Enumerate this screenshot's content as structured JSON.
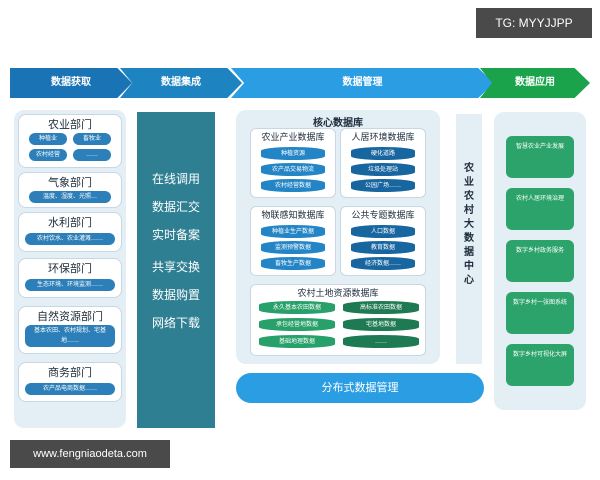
{
  "badge": "TG: MYYJJPP",
  "stages": [
    "数据获取",
    "数据集成",
    "数据管理",
    "数据应用"
  ],
  "sources": [
    {
      "title": "农业部门",
      "items": [
        "种植业",
        "畜牧业",
        "农村经营",
        "……"
      ]
    },
    {
      "title": "气象部门",
      "items": [
        "温度、湿度、光照…"
      ]
    },
    {
      "title": "水利部门",
      "items": [
        "农村饮水、农业灌溉……"
      ]
    },
    {
      "title": "环保部门",
      "items": [
        "生态环境、环境监测……"
      ]
    },
    {
      "title": "自然资源部门",
      "items": [
        "基本农田、农村规划、宅基地……"
      ]
    },
    {
      "title": "商务部门",
      "items": [
        "农产品电商数据……"
      ]
    }
  ],
  "integration": [
    "在线调用",
    "数据汇交",
    "实时备案",
    "共享交换",
    "数据购置",
    "网络下载"
  ],
  "core": {
    "title": "核心数据库",
    "dbs": [
      {
        "title": "农业产业数据库",
        "items": [
          "种植资源",
          "农产品交易物流",
          "农村经营数据"
        ]
      },
      {
        "title": "人居环境数据库",
        "items": [
          "硬化道路",
          "垃圾处理站",
          "公园广场……"
        ]
      },
      {
        "title": "物联感知数据库",
        "items": [
          "种植业生产数据",
          "监测预警数据",
          "畜牧生产数据"
        ]
      },
      {
        "title": "公共专题数据库",
        "items": [
          "人口数据",
          "教育数据",
          "经济数据……"
        ]
      }
    ],
    "land": {
      "title": "农村土地资源数据库",
      "items": [
        "永久基本农田数据",
        "高标准农田数据",
        "承包经营地数据",
        "宅基地数据",
        "基础地理数据",
        "……"
      ]
    }
  },
  "big_data_center": "农业农村大数据中心",
  "distributed": "分布式数据管理",
  "apps": [
    "智慧农业产业发展",
    "农村人居环境治理",
    "数字乡村政务服务",
    "数字乡村一张图系统",
    "数字乡村可视化大屏"
  ],
  "watermark": "www.fengniaodeta.com",
  "colors": {
    "primary_blue": "#2a9de3",
    "dark_teal": "#2f7f93",
    "green": "#2ca36a",
    "panel_bg": "#e4eef5"
  }
}
